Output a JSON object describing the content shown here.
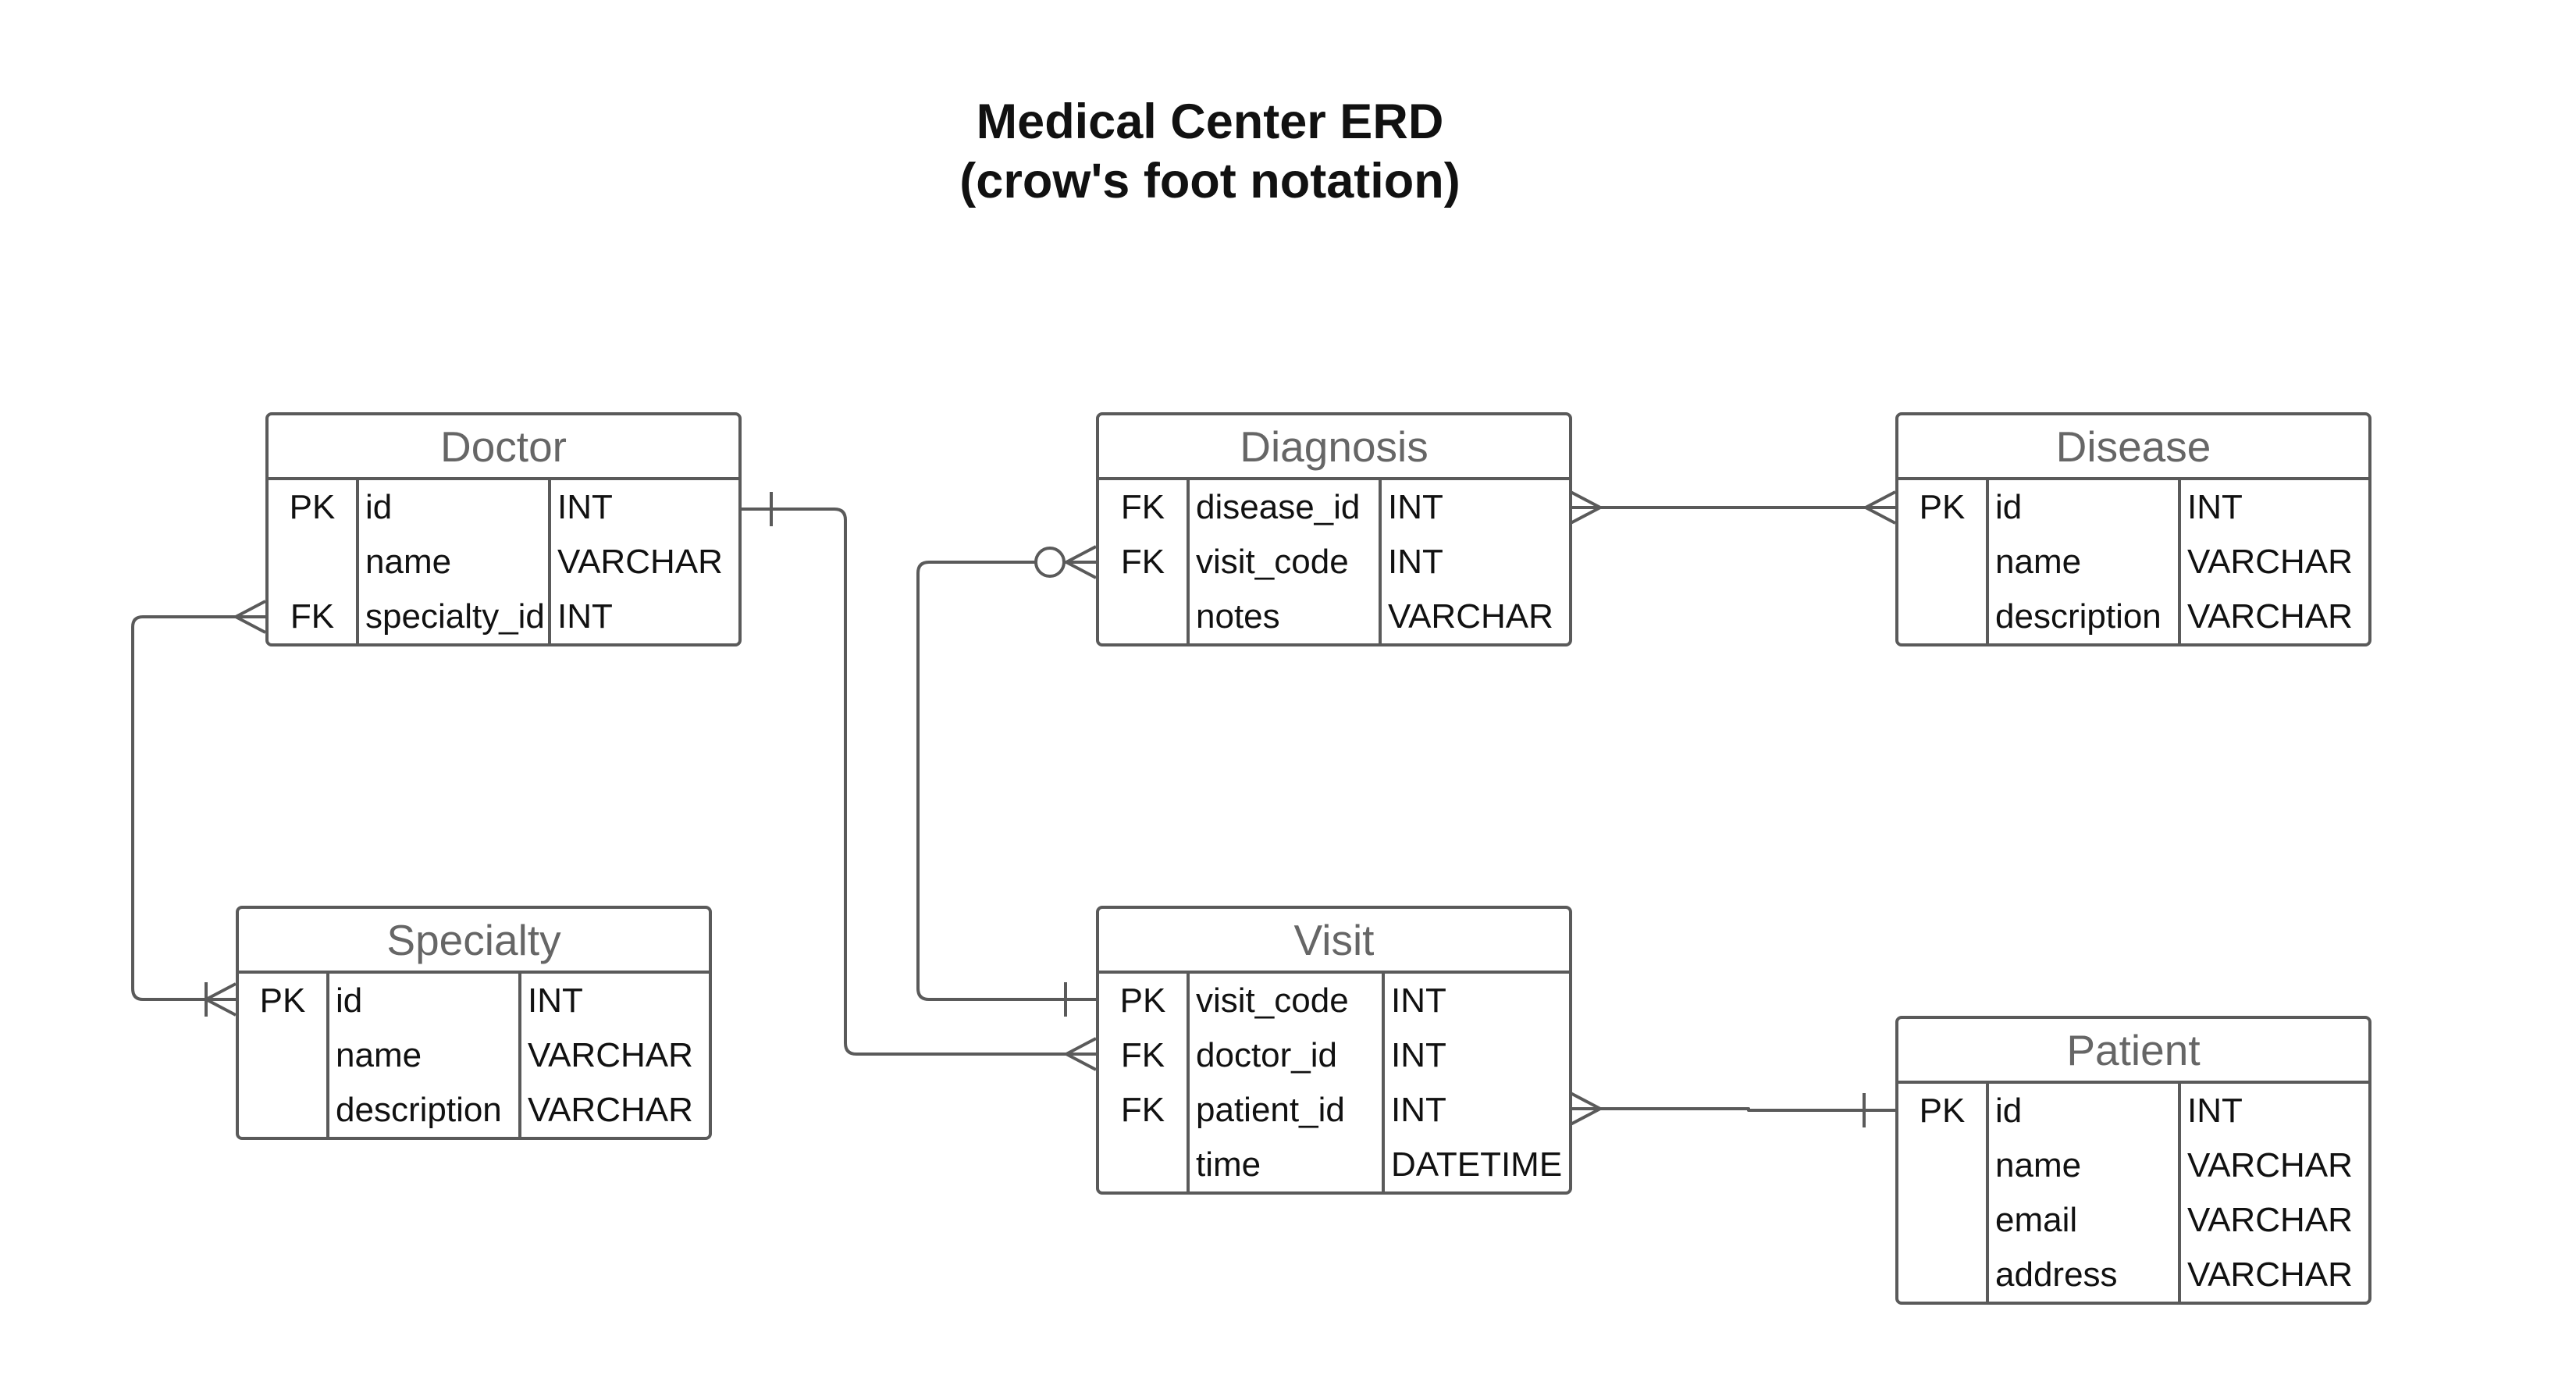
{
  "title": {
    "line1": "Medical Center ERD",
    "line2": "(crow's foot notation)"
  },
  "entities": {
    "doctor": {
      "name": "Doctor",
      "rows": [
        {
          "key": "PK",
          "field": "id",
          "type": "INT"
        },
        {
          "key": "",
          "field": "name",
          "type": "VARCHAR"
        },
        {
          "key": "FK",
          "field": "specialty_id",
          "type": "INT"
        }
      ]
    },
    "diagnosis": {
      "name": "Diagnosis",
      "rows": [
        {
          "key": "FK",
          "field": "disease_id",
          "type": "INT"
        },
        {
          "key": "FK",
          "field": "visit_code",
          "type": "INT"
        },
        {
          "key": "",
          "field": "notes",
          "type": "VARCHAR"
        }
      ]
    },
    "disease": {
      "name": "Disease",
      "rows": [
        {
          "key": "PK",
          "field": "id",
          "type": "INT"
        },
        {
          "key": "",
          "field": "name",
          "type": "VARCHAR"
        },
        {
          "key": "",
          "field": "description",
          "type": "VARCHAR"
        }
      ]
    },
    "specialty": {
      "name": "Specialty",
      "rows": [
        {
          "key": "PK",
          "field": "id",
          "type": "INT"
        },
        {
          "key": "",
          "field": "name",
          "type": "VARCHAR"
        },
        {
          "key": "",
          "field": "description",
          "type": "VARCHAR"
        }
      ]
    },
    "visit": {
      "name": "Visit",
      "rows": [
        {
          "key": "PK",
          "field": "visit_code",
          "type": "INT"
        },
        {
          "key": "FK",
          "field": "doctor_id",
          "type": "INT"
        },
        {
          "key": "FK",
          "field": "patient_id",
          "type": "INT"
        },
        {
          "key": "",
          "field": "time",
          "type": "DATETIME"
        }
      ]
    },
    "patient": {
      "name": "Patient",
      "rows": [
        {
          "key": "PK",
          "field": "id",
          "type": "INT"
        },
        {
          "key": "",
          "field": "name",
          "type": "VARCHAR"
        },
        {
          "key": "",
          "field": "email",
          "type": "VARCHAR"
        },
        {
          "key": "",
          "field": "address",
          "type": "VARCHAR"
        }
      ]
    }
  },
  "relationships": [
    {
      "from": "Doctor.specialty_id",
      "to": "Specialty.id",
      "from_end": "many",
      "to_end": "one-or-many"
    },
    {
      "from": "Doctor.id",
      "to": "Visit.doctor_id",
      "from_end": "one",
      "to_end": "many"
    },
    {
      "from": "Diagnosis.visit_code",
      "to": "Visit.visit_code",
      "from_end": "zero-or-many",
      "to_end": "one"
    },
    {
      "from": "Diagnosis.disease_id",
      "to": "Disease.id",
      "from_end": "many",
      "to_end": "many"
    },
    {
      "from": "Visit.patient_id",
      "to": "Patient.id",
      "from_end": "many",
      "to_end": "one"
    }
  ],
  "colors": {
    "line": "#5a5a5a",
    "header_text": "#666666",
    "body_text": "#111111",
    "background": "#ffffff"
  }
}
